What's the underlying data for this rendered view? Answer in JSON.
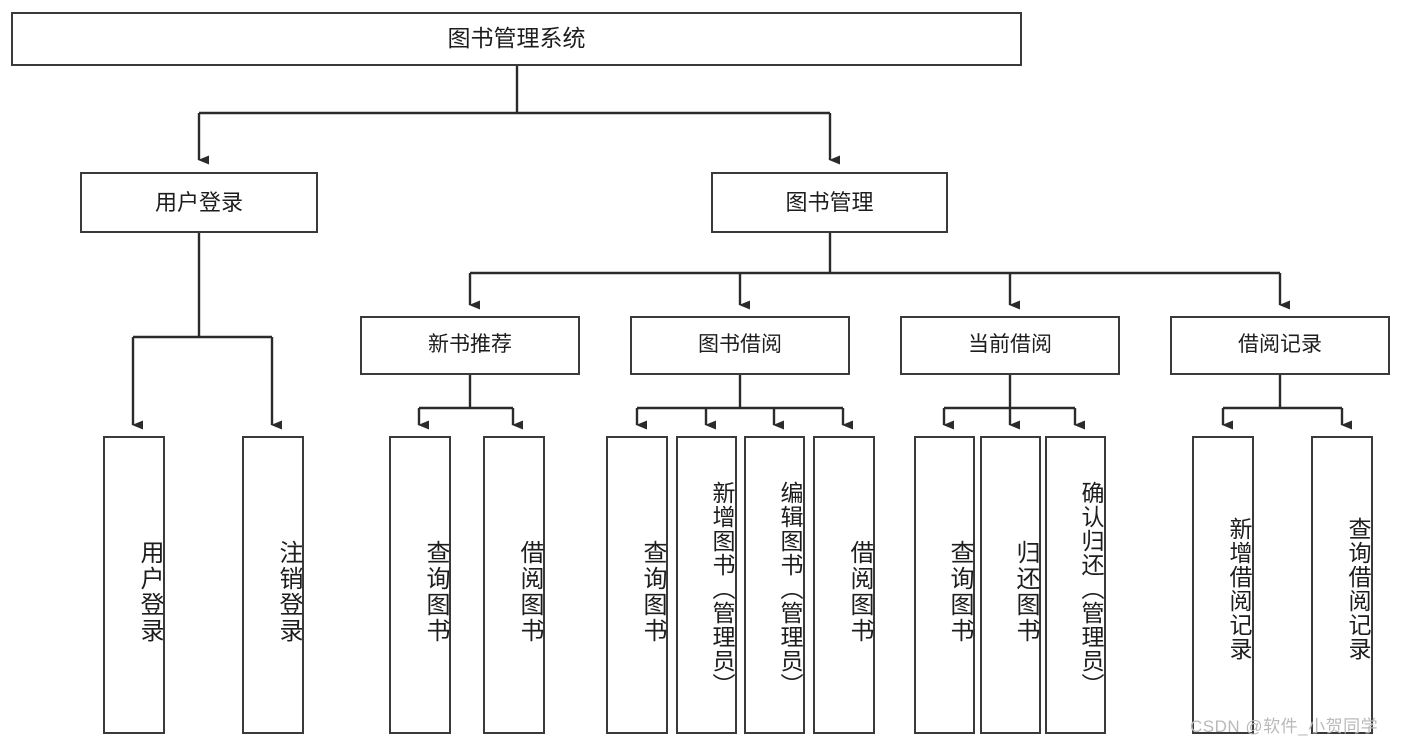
{
  "diagram": {
    "type": "tree-hierarchy",
    "title": "图书管理系统",
    "watermark": "CSDN @软件_小贺同学",
    "colors": {
      "background": "#ffffff",
      "box_border": "#3a3a3a",
      "box_fill": "#ffffff",
      "connector": "#2b2b2b",
      "text": "#1d1d1d",
      "watermark": "#b9b9b9"
    },
    "nodes": {
      "root": {
        "label": "图书管理系统"
      },
      "level2": [
        {
          "id": "user-login",
          "label": "用户登录"
        },
        {
          "id": "book-management",
          "label": "图书管理"
        }
      ],
      "level3": [
        {
          "id": "new-book-recommend",
          "label": "新书推荐"
        },
        {
          "id": "book-borrow",
          "label": "图书借阅"
        },
        {
          "id": "current-borrow",
          "label": "当前借阅"
        },
        {
          "id": "borrow-record",
          "label": "借阅记录"
        }
      ],
      "leaves": [
        {
          "id": "leaf-user-login",
          "label": "用户登录",
          "parent": "user-login"
        },
        {
          "id": "leaf-logout-login",
          "label": "注销登录",
          "parent": "user-login"
        },
        {
          "id": "leaf-query-book-1",
          "label": "查询图书",
          "parent": "new-book-recommend"
        },
        {
          "id": "leaf-borrow-book-1",
          "label": "借阅图书",
          "parent": "new-book-recommend"
        },
        {
          "id": "leaf-query-book-2",
          "label": "查询图书",
          "parent": "book-borrow"
        },
        {
          "id": "leaf-add-book",
          "label": "新增图书（管理员）",
          "parent": "book-borrow"
        },
        {
          "id": "leaf-edit-book",
          "label": "编辑图书（管理员）",
          "parent": "book-borrow"
        },
        {
          "id": "leaf-borrow-book-2",
          "label": "借阅图书",
          "parent": "book-borrow"
        },
        {
          "id": "leaf-query-book-3",
          "label": "查询图书",
          "parent": "current-borrow"
        },
        {
          "id": "leaf-return-book",
          "label": "归还图书",
          "parent": "current-borrow"
        },
        {
          "id": "leaf-confirm-return",
          "label": "确认归还（管理员）",
          "parent": "current-borrow"
        },
        {
          "id": "leaf-add-record",
          "label": "新增借阅记录",
          "parent": "borrow-record"
        },
        {
          "id": "leaf-query-record",
          "label": "查询借阅记录",
          "parent": "borrow-record"
        }
      ]
    }
  }
}
